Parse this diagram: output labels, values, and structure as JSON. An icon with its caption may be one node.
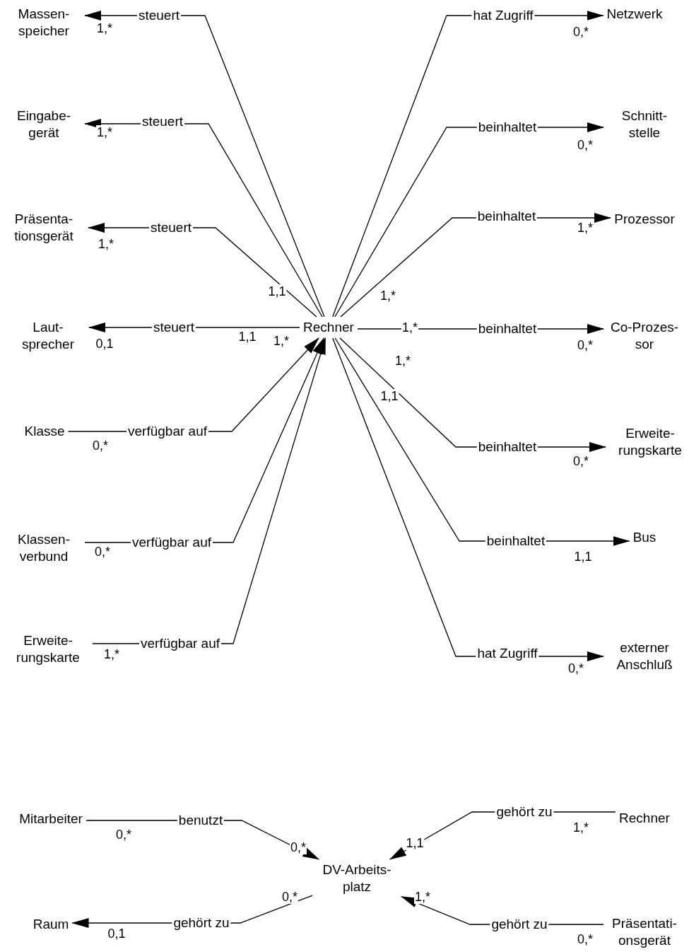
{
  "diagram": {
    "nodes": [
      {
        "text": [
          "Rechner"
        ]
      },
      {
        "text": [
          "Massen- speicher"
        ]
      },
      {
        "text": [
          "Eingabe- gerät"
        ]
      },
      {
        "text": [
          "Präsenta- tionsgerät"
        ]
      },
      {
        "text": [
          "Laut- sprecher"
        ]
      },
      {
        "text": [
          "Klasse"
        ]
      },
      {
        "text": [
          "Klassen- verbund"
        ]
      },
      {
        "text": [
          "Erweite- rungskarte"
        ]
      },
      {
        "text": [
          "Netzwerk"
        ]
      },
      {
        "text": [
          "Schnitt- stelle"
        ]
      },
      {
        "text": [
          "Prozessor"
        ]
      },
      {
        "text": [
          "Co-Prozes- sor"
        ]
      },
      {
        "text": [
          "Erweite- rungskarte"
        ]
      },
      {
        "text": [
          "Bus"
        ]
      },
      {
        "text": [
          "externer Anschluß"
        ]
      },
      {
        "text": [
          "DV-Arbeits- platz"
        ]
      },
      {
        "text": [
          "Mitarbeiter"
        ]
      },
      {
        "text": [
          "Raum"
        ]
      },
      {
        "text": [
          "Rechner"
        ]
      },
      {
        "text": [
          "Präsentati- onsgerät"
        ]
      }
    ],
    "edges": [
      {
        "from": 0,
        "to": 1,
        "arrow": "to",
        "label": "steuert"
      },
      {
        "from": 0,
        "to": 2,
        "arrow": "to",
        "label": "steuert"
      },
      {
        "from": 0,
        "to": 3,
        "arrow": "to",
        "label": "steuert"
      },
      {
        "from": 0,
        "to": 4,
        "arrow": "to",
        "label": "steuert"
      },
      {
        "from": 5,
        "to": 0,
        "arrow": "to",
        "label": "verfügbar auf"
      },
      {
        "from": 6,
        "to": 0,
        "arrow": "to",
        "label": "verfügbar auf"
      },
      {
        "from": 7,
        "to": 0,
        "arrow": "to",
        "label": "verfügbar auf"
      },
      {
        "from": 0,
        "to": 8,
        "arrow": "to",
        "label": "hat Zugriff"
      },
      {
        "from": 0,
        "to": 9,
        "arrow": "to",
        "label": "beinhaltet"
      },
      {
        "from": 0,
        "to": 10,
        "arrow": "to",
        "label": "beinhaltet"
      },
      {
        "from": 0,
        "to": 11,
        "arrow": "to",
        "label": "beinhaltet"
      },
      {
        "from": 0,
        "to": 12,
        "arrow": "to",
        "label": "beinhaltet"
      },
      {
        "from": 0,
        "to": 13,
        "arrow": "to",
        "label": "beinhaltet"
      },
      {
        "from": 0,
        "to": 14,
        "arrow": "to",
        "label": "hat Zugriff"
      },
      {
        "from": 16,
        "to": 15,
        "arrow": "to",
        "label": "benutzt"
      },
      {
        "from": 15,
        "to": 17,
        "arrow": "to",
        "label": "gehört zu"
      },
      {
        "from": 18,
        "to": 15,
        "arrow": "to",
        "label": "gehört zu"
      },
      {
        "from": 19,
        "to": 15,
        "arrow": "to",
        "label": "gehört zu"
      }
    ],
    "labels": [
      "1,*",
      "0,*",
      "1,*",
      "0,*",
      "1,*",
      "1,*",
      "1,1",
      "1,*",
      "1,*",
      "1,1",
      "0,1",
      "0,*",
      "1,*",
      "1,*",
      "1,1",
      "0,*",
      "0,*",
      "0,*",
      "1,1",
      "1,*",
      "0,*",
      "1,*",
      "0,*",
      "1,1",
      "0,*",
      "0,*",
      "1,*",
      "0,1",
      "0,*"
    ]
  }
}
